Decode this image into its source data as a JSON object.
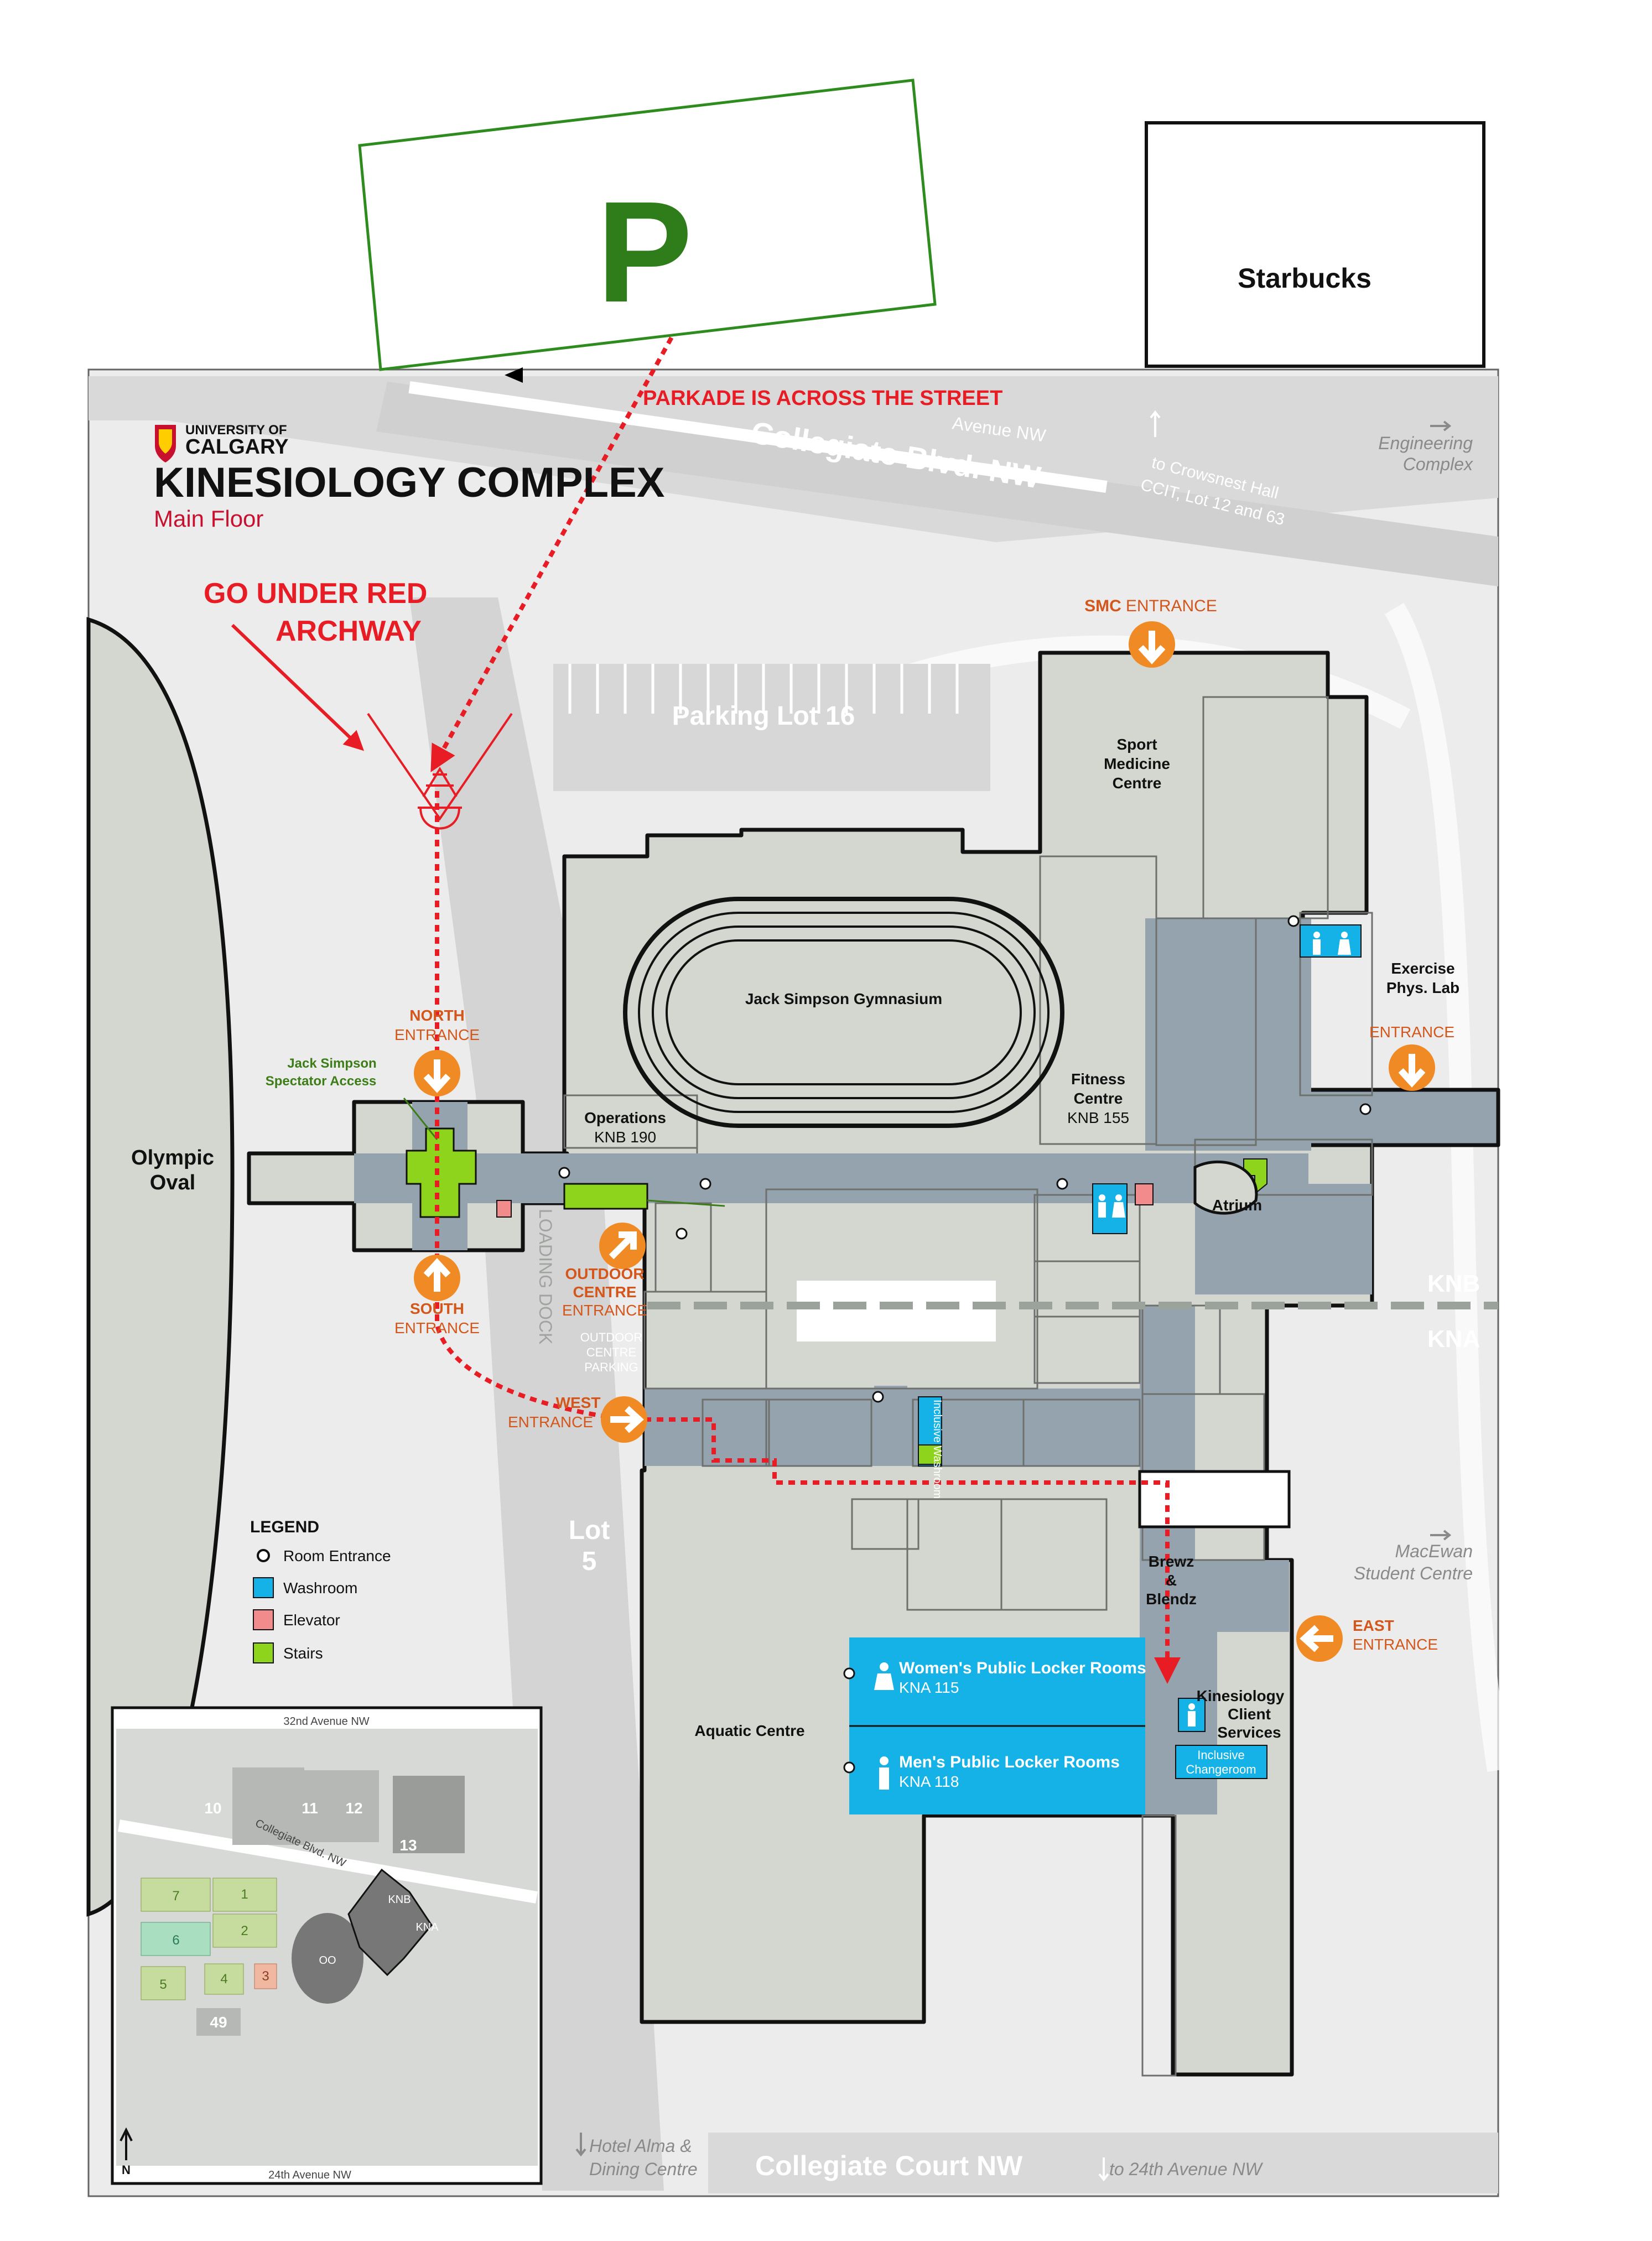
{
  "parking": {
    "symbol": "P",
    "note": "PARKADE IS ACROSS THE STREET"
  },
  "starbucks": "Starbucks",
  "brand": {
    "university": "UNIVERSITY OF",
    "university2": "CALGARY",
    "title": "KINESIOLOGY COMPLEX",
    "subtitle": "Main Floor"
  },
  "directions": {
    "line1": "GO UNDER RED",
    "line2": "ARCHWAY"
  },
  "streets": {
    "top_fragment": "Avenue NW",
    "collegiate_blvd": "Collegiate Blvd. NW",
    "collegiate_court": "Collegiate Court NW",
    "crowsnest": "to Crowsnest Hall",
    "ccit": "CCIT, Lot 12 and 63",
    "engineering_1": "Engineering",
    "engineering_2": "Complex",
    "macewan_1": "MacEwan",
    "macewan_2": "Student Centre",
    "hotel_1": "Hotel Alma &",
    "hotel_2": "Dining Centre",
    "to_24th": "to 24th Avenue NW"
  },
  "lots": {
    "lot16": "Parking Lot 16",
    "lot5_a": "Lot",
    "lot5_b": "5"
  },
  "entrances": {
    "smc": "SMC",
    "entrance": "ENTRANCE",
    "north": "NORTH",
    "south": "SOUTH",
    "west": "WEST",
    "outdoor_1": "OUTDOOR",
    "outdoor_2": "CENTRE",
    "east": "EAST",
    "outdoor_parking_1": "OUTDOOR",
    "outdoor_parking_2": "CENTRE",
    "outdoor_parking_3": "PARKING",
    "loading_dock": "LOADING DOCK"
  },
  "rooms": {
    "sport_1": "Sport",
    "sport_2": "Medicine",
    "sport_3": "Centre",
    "gym": "Jack Simpson Gymnasium",
    "fitness_1": "Fitness",
    "fitness_2": "Centre",
    "fitness_3": "KNB 155",
    "operations_1": "Operations",
    "operations_2": "KNB 190",
    "exercise_1": "Exercise",
    "exercise_2": "Phys. Lab",
    "atrium": "Atrium",
    "spectator_1": "Jack Simpson",
    "spectator_2": "Spectator Access",
    "olympic_1": "Olympic",
    "olympic_2": "Oval",
    "aquatic": "Aquatic Centre",
    "brewz_1": "Brewz",
    "brewz_2": "&",
    "brewz_3": "Blendz",
    "kcs_1": "Kinesiology",
    "kcs_2": "Client",
    "kcs_3": "Services",
    "inclusive_change_1": "Inclusive",
    "inclusive_change_2": "Changeroom",
    "inclusive_wash": "Inclusive Washroom",
    "women_1": "Women's Public Locker Rooms",
    "women_2": "KNA 115",
    "men_1": "Men's Public Locker Rooms",
    "men_2": "KNA 118",
    "knb": "KNB",
    "kna": "KNA"
  },
  "legend": {
    "title": "LEGEND",
    "items": [
      {
        "label": "Room Entrance",
        "color": "#000000"
      },
      {
        "label": "Washroom",
        "color": "#14b2e6"
      },
      {
        "label": "Elevator",
        "color": "#f28b8b"
      },
      {
        "label": "Stairs",
        "color": "#8fd41c"
      }
    ]
  },
  "inset": {
    "top": "32nd Avenue NW",
    "bottom": "24th Avenue NW",
    "road": "Collegiate Blvd. NW",
    "lots": [
      "10",
      "11",
      "12",
      "13",
      "7",
      "1",
      "6",
      "2",
      "5",
      "4",
      "3",
      "49"
    ],
    "knb": "KNB",
    "kna": "KNA",
    "oo": "OO",
    "north": "N"
  },
  "colors": {
    "building": "#d3d7cf",
    "corridor": "#94a3ad",
    "washroom": "#14b2e6",
    "stairs": "#8fd41c",
    "route": "#e81c24",
    "entrance": "#f08a24",
    "parking_green": "#2e8b1e"
  }
}
